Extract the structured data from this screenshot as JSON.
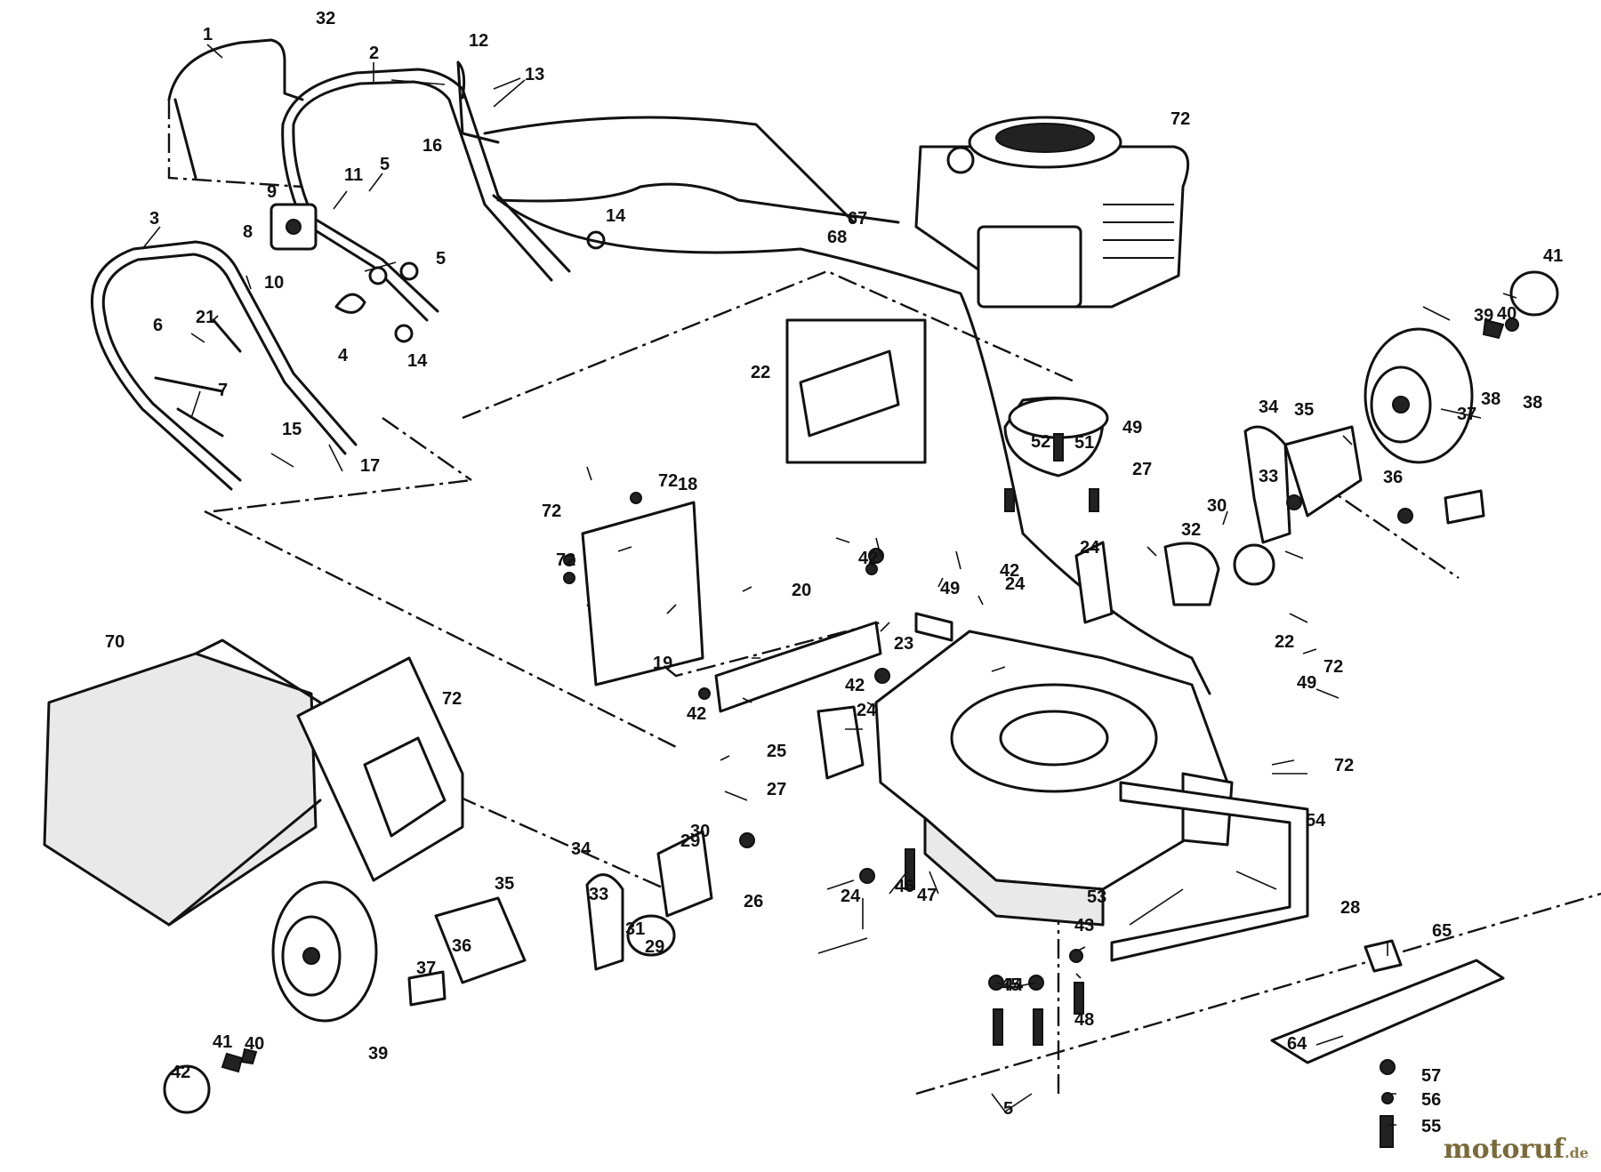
{
  "diagram": {
    "callouts": [
      "1",
      "2",
      "3",
      "4",
      "5",
      "5",
      "5",
      "6",
      "7",
      "8",
      "9",
      "10",
      "11",
      "12",
      "13",
      "14",
      "14",
      "15",
      "16",
      "17",
      "18",
      "19",
      "20",
      "21",
      "22",
      "22",
      "23",
      "24",
      "24",
      "24",
      "24",
      "25",
      "26",
      "27",
      "27",
      "28",
      "29",
      "29",
      "30",
      "30",
      "31",
      "32",
      "32",
      "33",
      "33",
      "34",
      "34",
      "35",
      "35",
      "36",
      "36",
      "37",
      "37",
      "38",
      "38",
      "39",
      "39",
      "40",
      "40",
      "41",
      "41",
      "42",
      "42",
      "42",
      "42",
      "42",
      "43",
      "44",
      "45",
      "46",
      "47",
      "48",
      "49",
      "49",
      "49",
      "51",
      "52",
      "53",
      "54",
      "55",
      "56",
      "57",
      "64",
      "65",
      "67",
      "68",
      "70",
      "72",
      "72",
      "72",
      "72",
      "72",
      "72",
      "72"
    ]
  },
  "watermark": {
    "main": "motoruf",
    "tld": ".de"
  }
}
